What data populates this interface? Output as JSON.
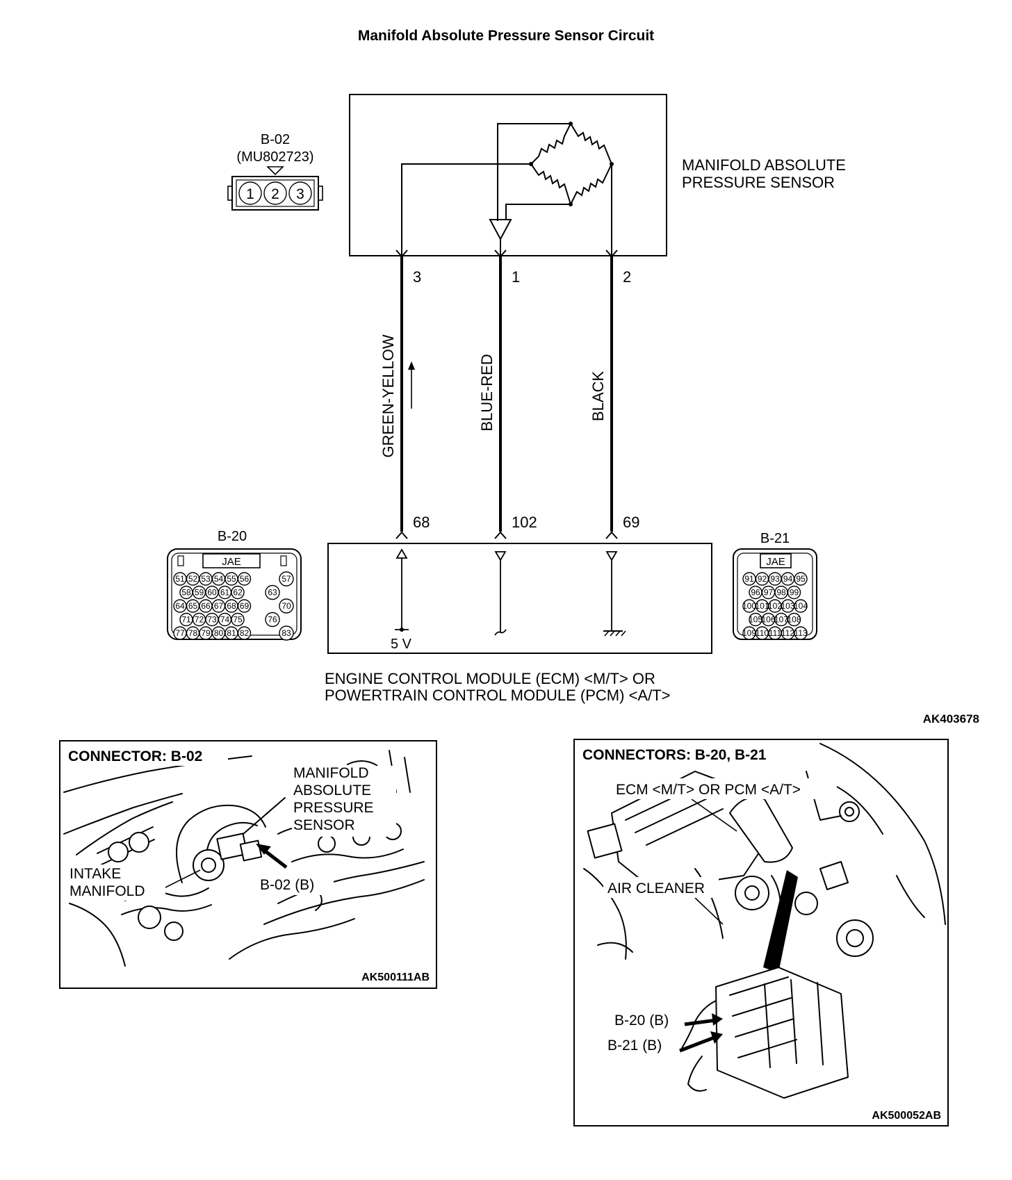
{
  "title": "Manifold Absolute Pressure Sensor Circuit",
  "sensor": {
    "label_line1": "MANIFOLD ABSOLUTE",
    "label_line2": "PRESSURE SENSOR",
    "connector_id": "B-02",
    "connector_part": "(MU802723)",
    "connector_pins": [
      "1",
      "2",
      "3"
    ]
  },
  "wires": [
    {
      "sensor_pin": "3",
      "color": "GREEN-YELLOW",
      "ecm_pin": "68"
    },
    {
      "sensor_pin": "1",
      "color": "BLUE-RED",
      "ecm_pin": "102"
    },
    {
      "sensor_pin": "2",
      "color": "BLACK",
      "ecm_pin": "69"
    }
  ],
  "ecm": {
    "label_line1": "ENGINE CONTROL MODULE (ECM) <M/T> OR",
    "label_line2": "POWERTRAIN CONTROL MODULE (PCM) <A/T>",
    "supply_label": "5 V"
  },
  "connector_b20": {
    "id": "B-20",
    "maker": "JAE",
    "rows": [
      [
        "51",
        "52",
        "53",
        "54",
        "55",
        "56"
      ],
      [
        "58",
        "59",
        "60",
        "61",
        "62"
      ],
      [
        "64",
        "65",
        "66",
        "67",
        "68",
        "69"
      ],
      [
        "71",
        "72",
        "73",
        "74",
        "75"
      ],
      [
        "77",
        "78",
        "79",
        "80",
        "81",
        "82"
      ]
    ],
    "side_pins": [
      "57",
      "63",
      "70",
      "76",
      "83"
    ]
  },
  "connector_b21": {
    "id": "B-21",
    "maker": "JAE",
    "rows": [
      [
        "91",
        "92",
        "93",
        "94",
        "95"
      ],
      [
        "96",
        "97",
        "98",
        "99"
      ],
      [
        "100",
        "101",
        "102",
        "103",
        "104"
      ],
      [
        "105",
        "106",
        "107",
        "108"
      ],
      [
        "109",
        "110",
        "111",
        "112",
        "113"
      ]
    ]
  },
  "diagram_code": "AK403678",
  "panel_left": {
    "title": "CONNECTOR: B-02",
    "label_sensor": [
      "MANIFOLD",
      "ABSOLUTE",
      "PRESSURE",
      "SENSOR"
    ],
    "label_intake": [
      "INTAKE",
      "MANIFOLD"
    ],
    "label_connector": "B-02 (B)",
    "code": "AK500111AB"
  },
  "panel_right": {
    "title": "CONNECTORS: B-20, B-21",
    "label_ecm": "ECM <M/T> OR PCM <A/T>",
    "label_cleaner": "AIR CLEANER",
    "label_b20": "B-20 (B)",
    "label_b21": "B-21 (B)",
    "code": "AK500052AB"
  }
}
